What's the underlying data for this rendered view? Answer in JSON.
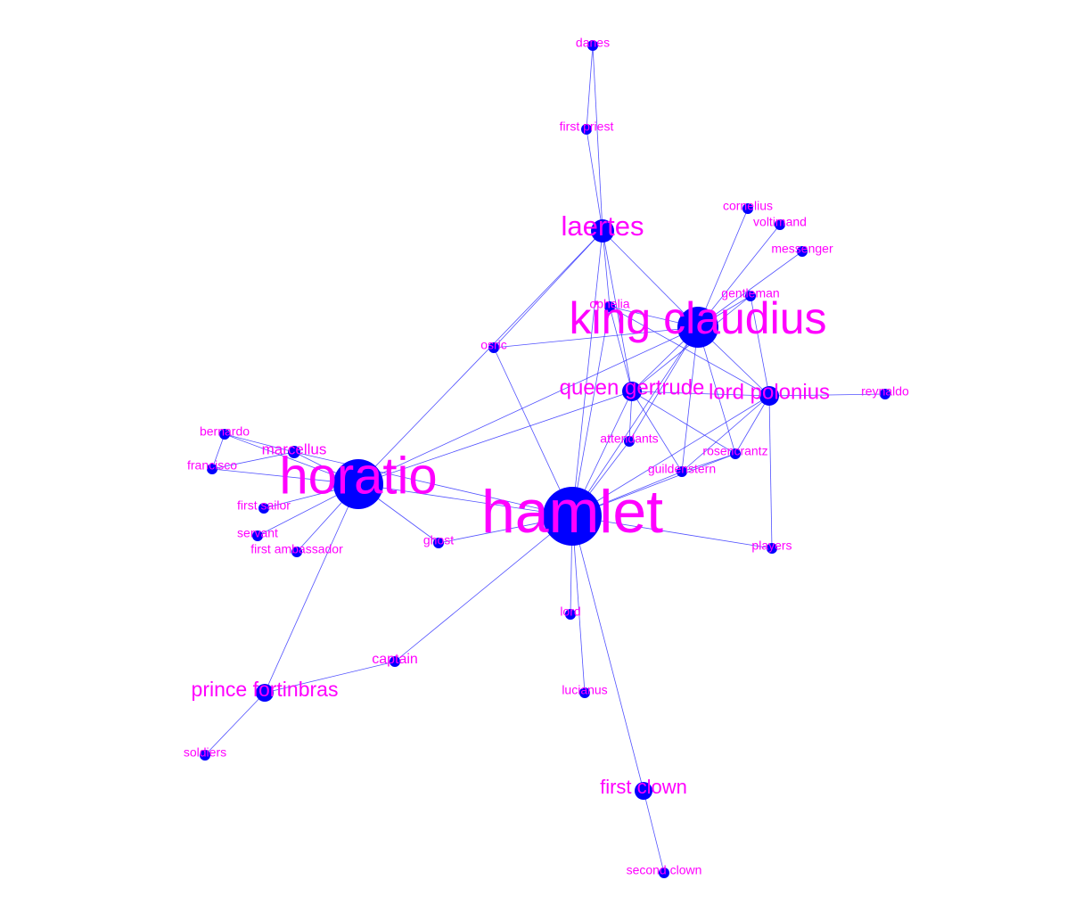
{
  "colors": {
    "background": "#ffffff",
    "node": "#0000ff",
    "edge": "#3333ff",
    "label": "#ff00ff"
  },
  "nodes": [
    {
      "id": "hamlet",
      "label": "hamlet"
    },
    {
      "id": "horatio",
      "label": "horatio"
    },
    {
      "id": "king-claudius",
      "label": "king claudius"
    },
    {
      "id": "laertes",
      "label": "laertes"
    },
    {
      "id": "queen-gertrude",
      "label": "queen gertrude"
    },
    {
      "id": "lord-polonius",
      "label": "lord polonius"
    },
    {
      "id": "prince-fortinbras",
      "label": "prince fortinbras"
    },
    {
      "id": "first-clown",
      "label": "first clown"
    },
    {
      "id": "marcellus",
      "label": "marcellus"
    },
    {
      "id": "bernardo",
      "label": "bernardo"
    },
    {
      "id": "francisco",
      "label": "francisco"
    },
    {
      "id": "first-sailor",
      "label": "first sailor"
    },
    {
      "id": "servant",
      "label": "servant"
    },
    {
      "id": "first-ambassador",
      "label": "first ambassador"
    },
    {
      "id": "ghost",
      "label": "ghost"
    },
    {
      "id": "osric",
      "label": "osric"
    },
    {
      "id": "ophelia",
      "label": "ophelia"
    },
    {
      "id": "danes",
      "label": "danes"
    },
    {
      "id": "first-priest",
      "label": "first priest"
    },
    {
      "id": "cornelius",
      "label": "cornelius"
    },
    {
      "id": "voltimand",
      "label": "voltimand"
    },
    {
      "id": "messenger",
      "label": "messenger"
    },
    {
      "id": "gentleman",
      "label": "gentleman"
    },
    {
      "id": "reynaldo",
      "label": "reynaldo"
    },
    {
      "id": "attendants",
      "label": "attendants"
    },
    {
      "id": "rosencrantz",
      "label": "rosencrantz"
    },
    {
      "id": "guildenstern",
      "label": "guildenstern"
    },
    {
      "id": "players",
      "label": "players"
    },
    {
      "id": "lord",
      "label": "lord"
    },
    {
      "id": "lucianus",
      "label": "lucianus"
    },
    {
      "id": "captain",
      "label": "captain"
    },
    {
      "id": "soldiers",
      "label": "soldiers"
    },
    {
      "id": "second-clown",
      "label": "second clown"
    }
  ],
  "edges": [
    [
      "hamlet",
      "horatio"
    ],
    [
      "hamlet",
      "king-claudius"
    ],
    [
      "hamlet",
      "queen-gertrude"
    ],
    [
      "hamlet",
      "laertes"
    ],
    [
      "hamlet",
      "lord-polonius"
    ],
    [
      "hamlet",
      "ophelia"
    ],
    [
      "hamlet",
      "osric"
    ],
    [
      "hamlet",
      "ghost"
    ],
    [
      "hamlet",
      "rosencrantz"
    ],
    [
      "hamlet",
      "guildenstern"
    ],
    [
      "hamlet",
      "players"
    ],
    [
      "hamlet",
      "lord"
    ],
    [
      "hamlet",
      "lucianus"
    ],
    [
      "hamlet",
      "captain"
    ],
    [
      "hamlet",
      "first-clown"
    ],
    [
      "hamlet",
      "attendants"
    ],
    [
      "hamlet",
      "marcellus"
    ],
    [
      "horatio",
      "marcellus"
    ],
    [
      "horatio",
      "bernardo"
    ],
    [
      "horatio",
      "francisco"
    ],
    [
      "horatio",
      "first-sailor"
    ],
    [
      "horatio",
      "servant"
    ],
    [
      "horatio",
      "first-ambassador"
    ],
    [
      "horatio",
      "ghost"
    ],
    [
      "horatio",
      "laertes"
    ],
    [
      "horatio",
      "queen-gertrude"
    ],
    [
      "horatio",
      "king-claudius"
    ],
    [
      "horatio",
      "prince-fortinbras"
    ],
    [
      "marcellus",
      "bernardo"
    ],
    [
      "marcellus",
      "francisco"
    ],
    [
      "bernardo",
      "francisco"
    ],
    [
      "king-claudius",
      "laertes"
    ],
    [
      "king-claudius",
      "queen-gertrude"
    ],
    [
      "king-claudius",
      "lord-polonius"
    ],
    [
      "king-claudius",
      "ophelia"
    ],
    [
      "king-claudius",
      "osric"
    ],
    [
      "king-claudius",
      "cornelius"
    ],
    [
      "king-claudius",
      "voltimand"
    ],
    [
      "king-claudius",
      "messenger"
    ],
    [
      "king-claudius",
      "gentleman"
    ],
    [
      "king-claudius",
      "rosencrantz"
    ],
    [
      "king-claudius",
      "guildenstern"
    ],
    [
      "king-claudius",
      "attendants"
    ],
    [
      "laertes",
      "first-priest"
    ],
    [
      "laertes",
      "danes"
    ],
    [
      "first-priest",
      "danes"
    ],
    [
      "laertes",
      "ophelia"
    ],
    [
      "laertes",
      "queen-gertrude"
    ],
    [
      "laertes",
      "osric"
    ],
    [
      "queen-gertrude",
      "lord-polonius"
    ],
    [
      "queen-gertrude",
      "ophelia"
    ],
    [
      "queen-gertrude",
      "rosencrantz"
    ],
    [
      "queen-gertrude",
      "guildenstern"
    ],
    [
      "queen-gertrude",
      "attendants"
    ],
    [
      "queen-gertrude",
      "gentleman"
    ],
    [
      "lord-polonius",
      "reynaldo"
    ],
    [
      "lord-polonius",
      "ophelia"
    ],
    [
      "lord-polonius",
      "players"
    ],
    [
      "lord-polonius",
      "rosencrantz"
    ],
    [
      "lord-polonius",
      "guildenstern"
    ],
    [
      "lord-polonius",
      "gentleman"
    ],
    [
      "rosencrantz",
      "guildenstern"
    ],
    [
      "prince-fortinbras",
      "captain"
    ],
    [
      "prince-fortinbras",
      "soldiers"
    ],
    [
      "first-clown",
      "second-clown"
    ]
  ]
}
